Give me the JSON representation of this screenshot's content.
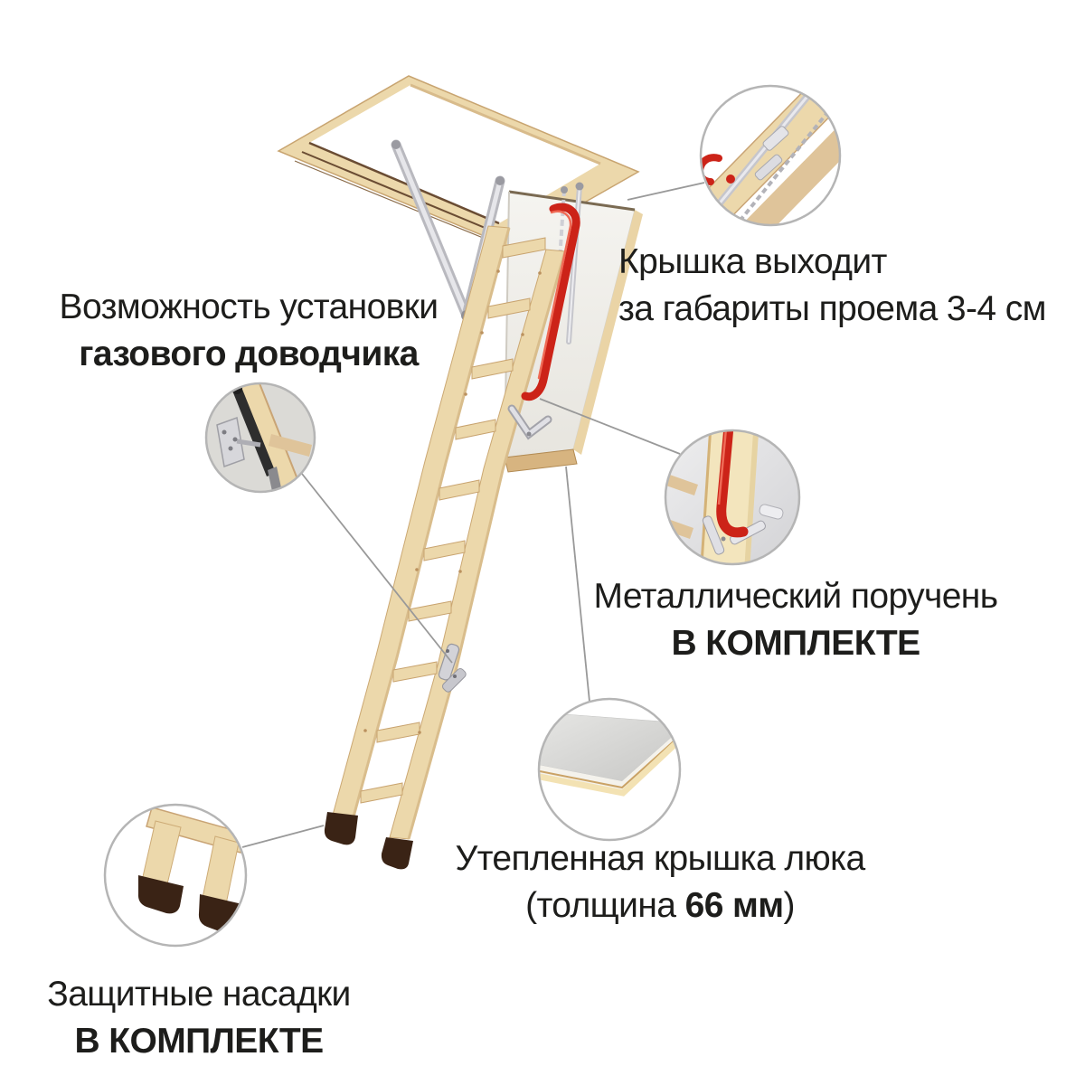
{
  "page": {
    "background": "#ffffff"
  },
  "labels": {
    "gas_strut": {
      "line1": "Возможность установки",
      "line2": "газового доводчика"
    },
    "lid_overhang": {
      "line1": "Крышка выходит",
      "line2": "за габариты проема 3-4 см"
    },
    "handrail": {
      "line1": "Металлический поручень",
      "line2": "В КОМПЛЕКТЕ"
    },
    "insulated_lid": {
      "line1": "Утепленная крышка люка",
      "line2_pre": "(толщина ",
      "line2_bold": "66 мм",
      "line2_post": ")"
    },
    "protective_caps": {
      "line1": "Защитные насадки",
      "line2": "В КОМПЛЕКТЕ"
    }
  },
  "colors": {
    "background": "#ffffff",
    "text": "#1d1d1b",
    "handrail_red": "#cc2318",
    "wood_light": "#ecd8ab",
    "wood_mid": "#dfc49a",
    "wood_edge": "#c9a475",
    "door_face_light": "#f5f4f0",
    "door_face_dark": "#e7e5df",
    "metal": "#cdcdd3",
    "cap_brown": "#3a2315",
    "circle_stroke": "#b5b5b5",
    "leader_line": "#999999"
  }
}
